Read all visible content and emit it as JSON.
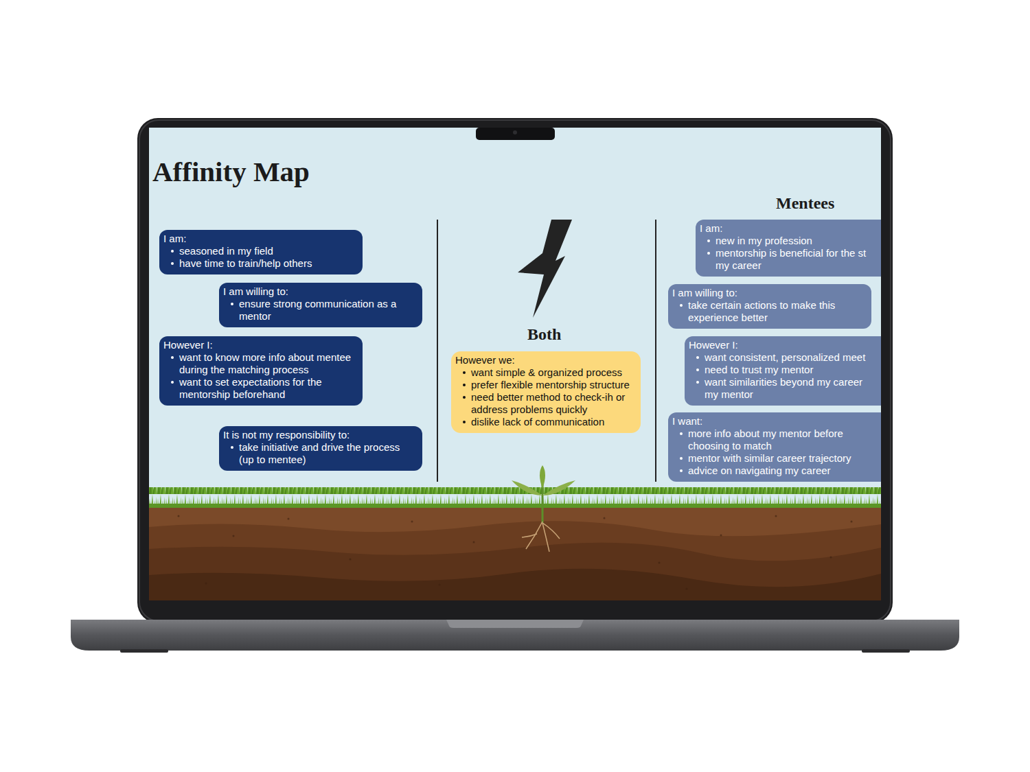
{
  "diagram": {
    "title": "Affinity Map",
    "nodes": [
      {
        "text": [
          "I am:",
          "seasoned in my field",
          "have time to train/help others"
        ]
      },
      {
        "text": [
          "I am willing to:",
          "ensure strong communication as a mentor"
        ]
      },
      {
        "text": [
          "However I:",
          "want to know more info about mentee during the matching process",
          "want to set expectations for the mentorship beforehand"
        ]
      },
      {
        "text": [
          "It is not my responsibility to:",
          "take initiative and drive the process (up to mentee)"
        ]
      },
      {
        "text": [
          "However we:",
          "want simple & organized process",
          "prefer flexible mentorship structure",
          "need better method to check-ih or address problems quickly",
          "dislike lack of communication"
        ]
      },
      {
        "text": [
          "I am:",
          "new in my profession",
          "mentorship is beneficial for the st my career"
        ]
      },
      {
        "text": [
          "I am willing to:",
          "take certain actions to make this experience better"
        ]
      },
      {
        "text": [
          "However I:",
          "want consistent, personalized meet",
          "need to trust my mentor",
          "want similarities beyond my career my mentor"
        ]
      },
      {
        "text": [
          "I want:",
          "more info about my mentor before choosing to match",
          "mentor with similar career trajectory",
          "advice on navigating my career"
        ]
      }
    ],
    "labels": [
      "Mentees",
      "Both"
    ]
  }
}
